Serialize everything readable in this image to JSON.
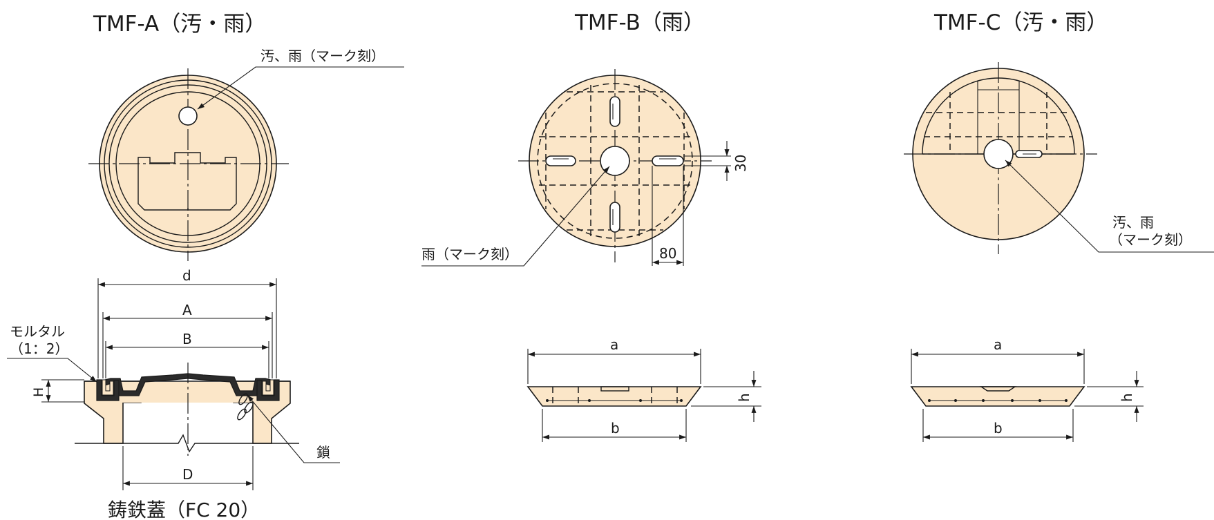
{
  "titles": {
    "tmf_a": "TMF-A（汚・雨）",
    "tmf_b": "TMF-B（雨）",
    "tmf_c": "TMF-C（汚・雨）"
  },
  "tmf_a": {
    "mark_label": "汚、雨（マーク刻）",
    "dims": {
      "d": "d",
      "A": "A",
      "B": "B",
      "H": "H",
      "D": "D"
    },
    "mortar_label": "モルタル",
    "mortar_ratio": "（1：2）",
    "chain_label": "鎖",
    "caption": "鋳鉄蓋（FC 20）"
  },
  "tmf_b": {
    "mark_label": "雨（マーク刻）",
    "dim_30": "30",
    "dim_80": "80",
    "dim_a": "a",
    "dim_b": "b",
    "dim_h": "h"
  },
  "tmf_c": {
    "mark_label_line1": "汚、雨",
    "mark_label_line2": "（マーク刻）",
    "dim_a": "a",
    "dim_b": "b",
    "dim_h": "h"
  }
}
